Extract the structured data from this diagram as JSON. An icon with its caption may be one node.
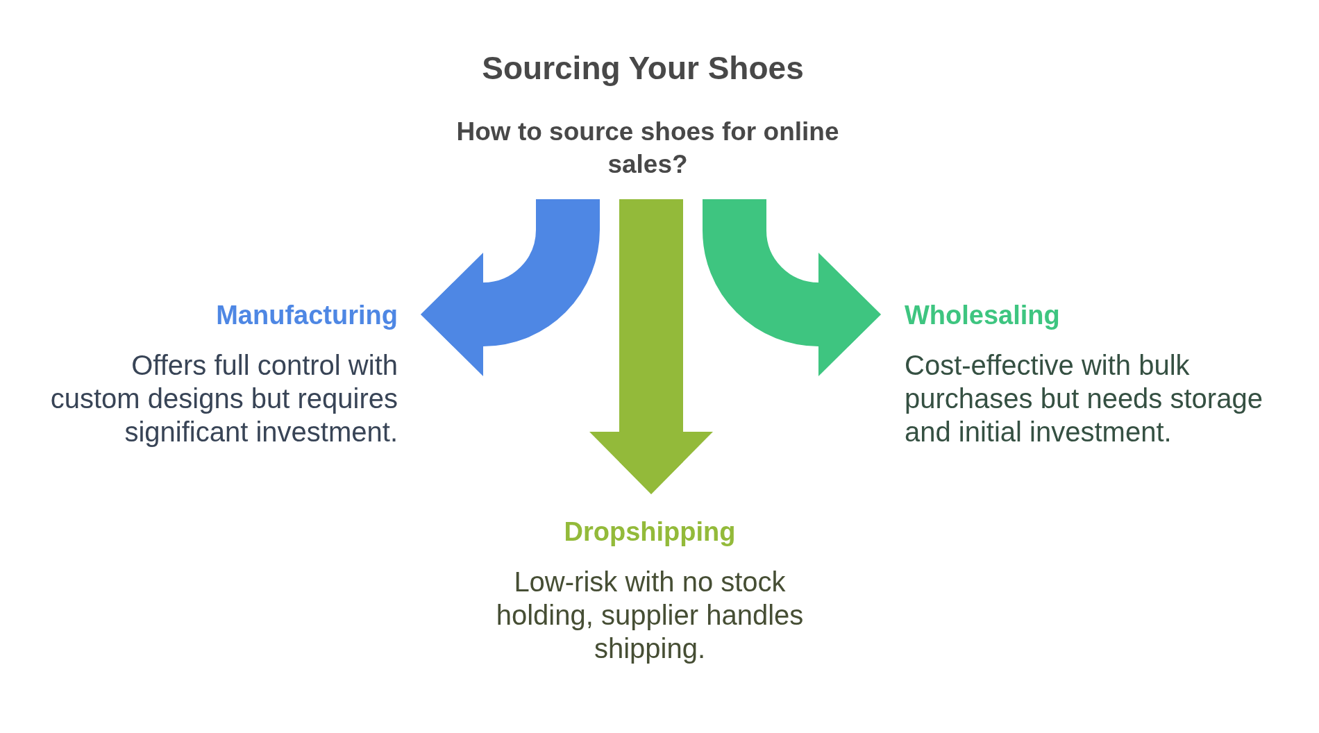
{
  "diagram": {
    "title": "Sourcing Your Shoes",
    "nodes": [
      {
        "text": [
          "How to source shoes for online sales?"
        ]
      },
      {
        "text": [
          "Manufacturing",
          "Offers full control with custom designs but requires significant investment."
        ]
      },
      {
        "text": [
          "Wholesaling",
          "Cost-effective with bulk purchases but needs storage and initial investment."
        ]
      },
      {
        "text": [
          "Dropshipping",
          "Low-risk with no stock holding, supplier handles shipping."
        ]
      }
    ],
    "edges": [
      {
        "from": 0,
        "to": 1,
        "arrow": "to",
        "color": "#4e87e4"
      },
      {
        "from": 0,
        "to": 2,
        "arrow": "to",
        "color": "#3ec580"
      },
      {
        "from": 0,
        "to": 3,
        "arrow": "to",
        "color": "#93ba3a"
      }
    ]
  }
}
